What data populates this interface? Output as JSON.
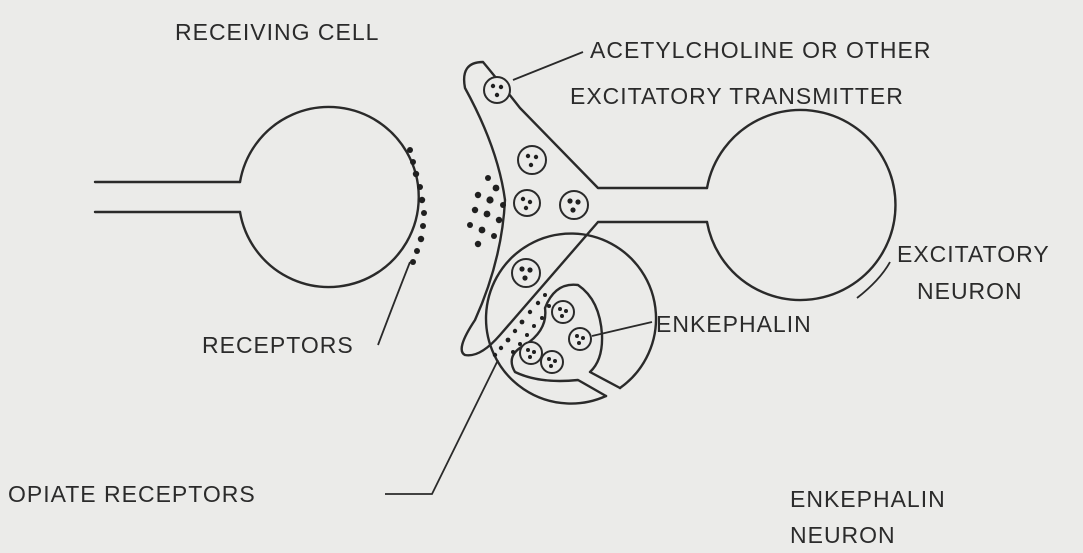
{
  "labels": {
    "receiving_cell": "RECEIVING CELL",
    "acetylcholine_line1": "ACETYLCHOLINE OR OTHER",
    "acetylcholine_line2": "EXCITATORY TRANSMITTER",
    "excitatory_neuron_line1": "EXCITATORY",
    "excitatory_neuron_line2": "NEURON",
    "receptors": "RECEPTORS",
    "enkephalin": "ENKEPHALIN",
    "opiate_receptors": "OPIATE RECEPTORS",
    "enkephalin_neuron_line1": "ENKEPHALIN",
    "enkephalin_neuron_line2": "NEURON"
  }
}
